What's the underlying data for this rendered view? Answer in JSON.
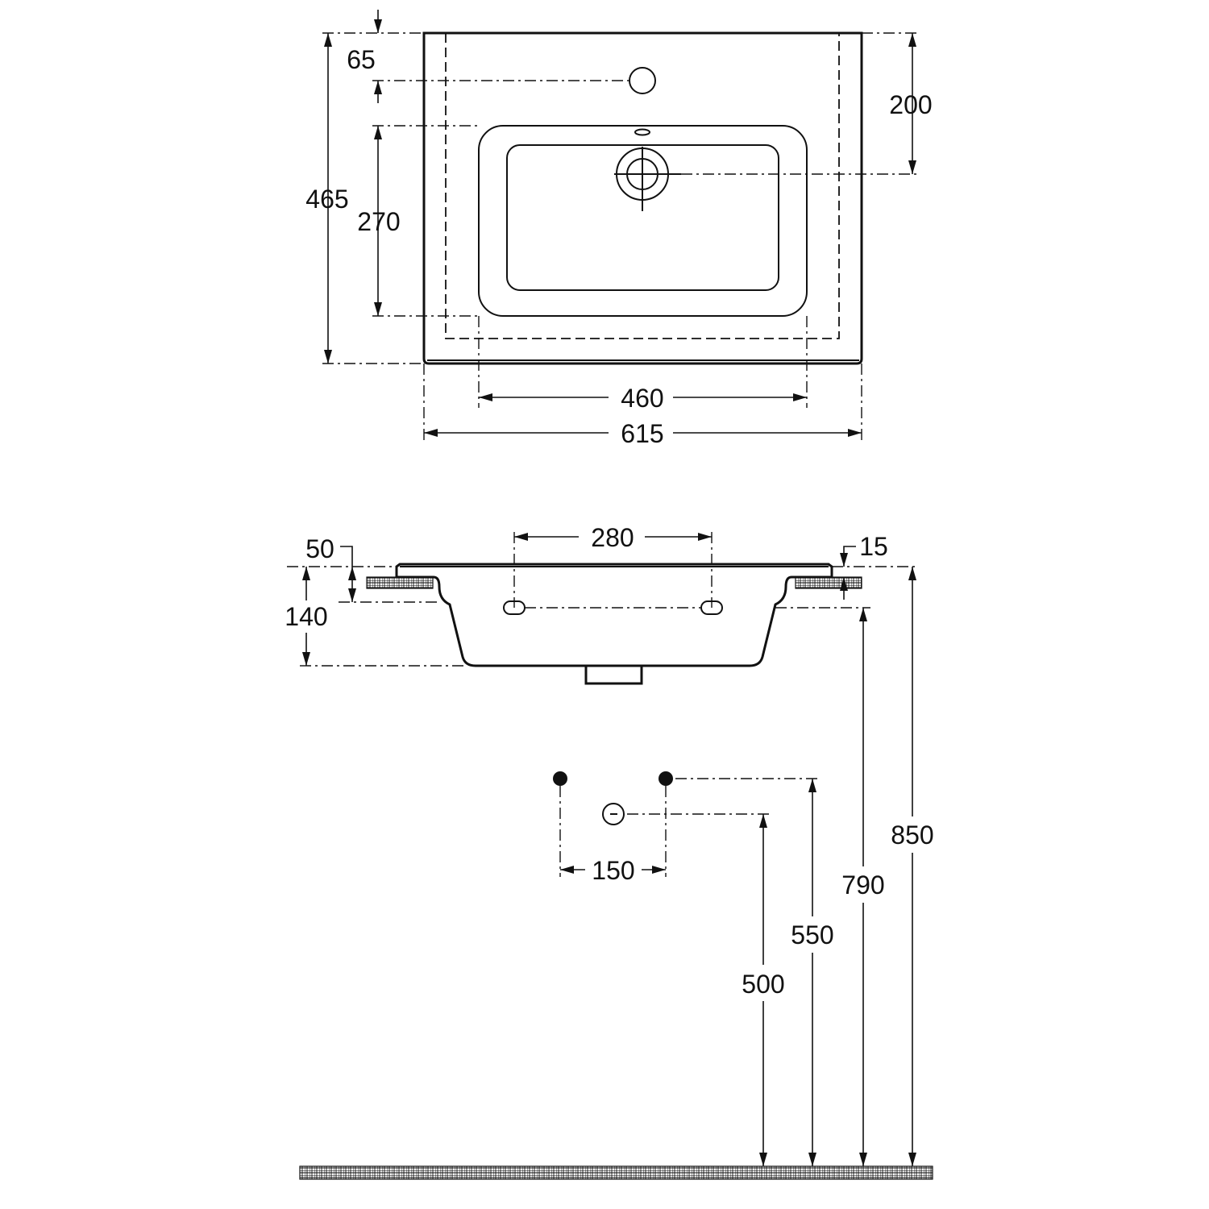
{
  "drawing": {
    "top_view": {
      "overall_width": "615",
      "overall_depth": "465",
      "tap_hole_offset": "65",
      "waste_offset": "200",
      "bowl_depth": "270",
      "bowl_width": "460"
    },
    "side_view": {
      "fixing_hole_spacing": "280",
      "rim_thickness": "50",
      "overhang": "15",
      "basin_depth": "140"
    },
    "installation": {
      "supply_spacing": "150",
      "waste_height": "500",
      "supply_height": "550",
      "fixing_height": "790",
      "rim_height": "850"
    }
  }
}
